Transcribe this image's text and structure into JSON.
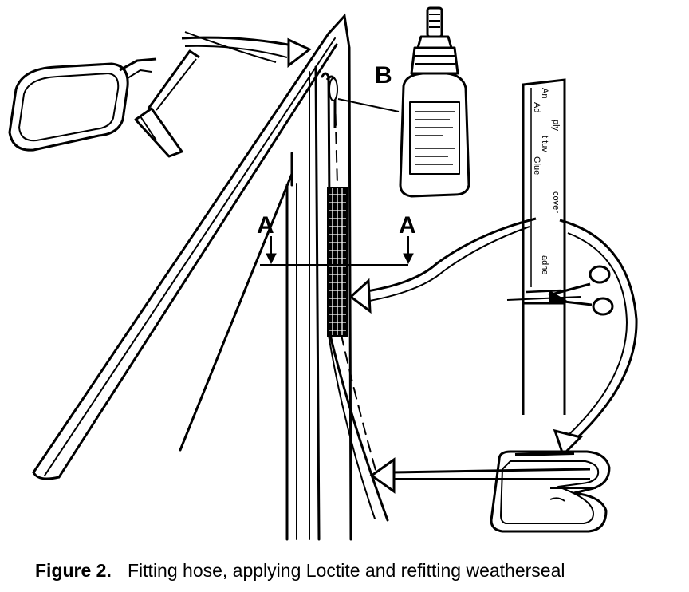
{
  "figure": {
    "caption_number": "Figure 2.",
    "caption_text": "Fitting hose, applying Loctite and refitting weatherseal",
    "callouts": {
      "section_left": "A",
      "section_right": "A",
      "loctite": "B"
    },
    "adhesive_tube_text": [
      "Ad",
      "An",
      "ply",
      "t tuv",
      "Glue",
      "cover",
      "adhe"
    ]
  }
}
